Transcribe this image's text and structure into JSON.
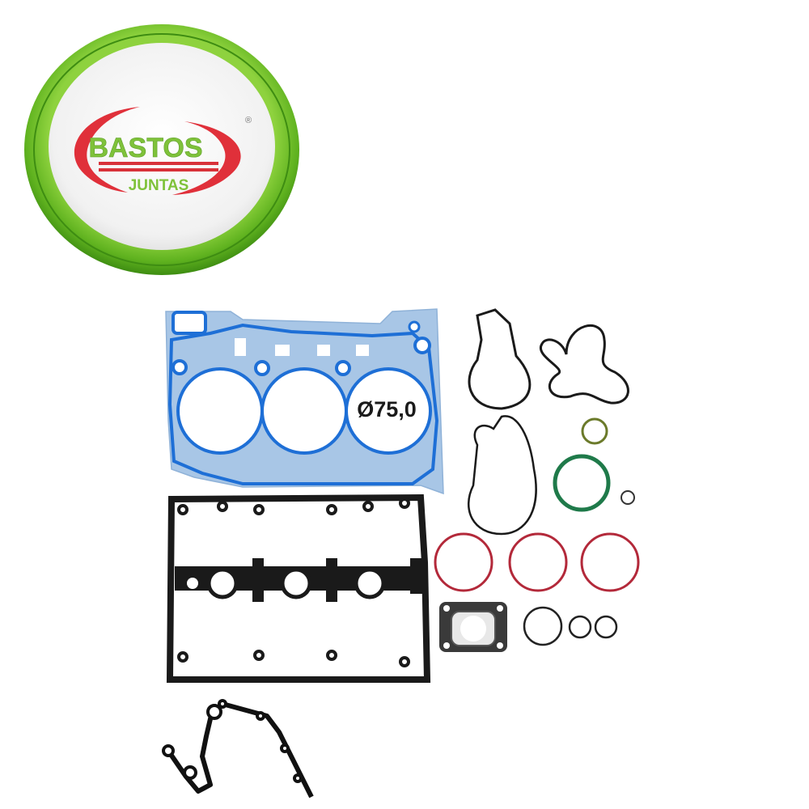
{
  "logo": {
    "brand_name": "BASTOS",
    "brand_subtitle": "JUNTAS",
    "registered_mark": "®",
    "ring_color": "#5fb21f",
    "ring_dark_color": "#3e8d12",
    "text_color": "#7fc23a",
    "swoosh_color": "#e0303a"
  },
  "product": {
    "description": "Engine gasket kit",
    "cylinder_head_gasket": {
      "bore_label": "Ø75,0",
      "fill_color": "#a8c6e6",
      "bead_color": "#1e6fd6",
      "cylinders": 3
    },
    "valve_cover_gasket": {
      "color": "#1a1a1a"
    },
    "timing_cover_gasket": {
      "color": "#111111"
    },
    "o_rings": {
      "red_color": "#b3293a",
      "green_color": "#1f7a4a",
      "olive_color": "#6b7a2a",
      "black_color": "#222222"
    }
  }
}
